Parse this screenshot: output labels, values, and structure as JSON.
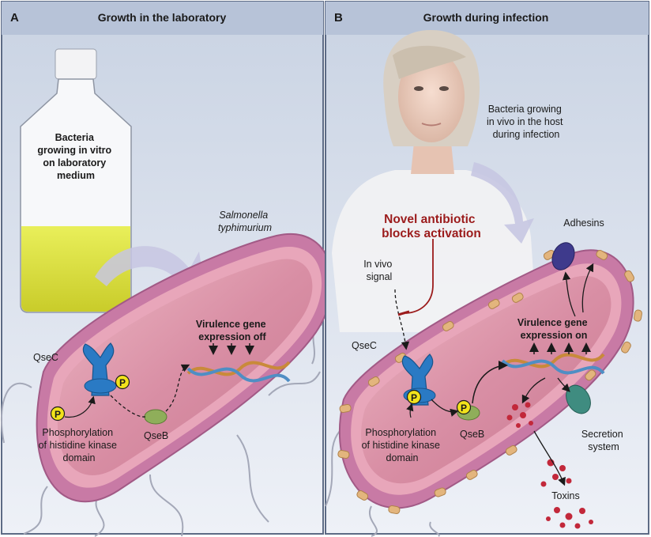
{
  "panel_a": {
    "letter": "A",
    "title": "Growth in the laboratory",
    "flask_label": [
      "Bacteria",
      "growing in vitro",
      "on laboratory",
      "medium"
    ],
    "organism": [
      "Salmonella",
      "typhimurium"
    ],
    "virulence": [
      "Virulence gene",
      "expression off"
    ],
    "qsec": "QseC",
    "qseb": "QseB",
    "phosphorylation": [
      "Phosphorylation",
      "of histidine kinase",
      "domain"
    ],
    "p": "P"
  },
  "panel_b": {
    "letter": "B",
    "title": "Growth during infection",
    "host_label": [
      "Bacteria growing",
      "in vivo in the host",
      "during infection"
    ],
    "antibiotic": [
      "Novel antibiotic",
      "blocks activation"
    ],
    "signal": [
      "In vivo",
      "signal"
    ],
    "adhesins": "Adhesins",
    "virulence": [
      "Virulence gene",
      "expression on"
    ],
    "qsec": "QseC",
    "qseb": "QseB",
    "phosphorylation": [
      "Phosphorylation",
      "of histidine kinase",
      "domain"
    ],
    "secretion": [
      "Secretion",
      "system"
    ],
    "toxins": "Toxins",
    "p": "P"
  },
  "colors": {
    "panel_bg_top": "#c9d3e3",
    "panel_bg_bottom": "#eef1f7",
    "bacterium_membrane": "#c87aa5",
    "bacterium_inner": "#e3a2b4",
    "receptor": "#2a7ac4",
    "phosphate": "#f2e21b",
    "qseb": "#8fae5a",
    "antibiotic": "#9b1b1b",
    "adhesin": "#3e3a8c",
    "secretion": "#3f8c80",
    "toxin": "#c2283a",
    "pilus": "#e3b57d"
  }
}
